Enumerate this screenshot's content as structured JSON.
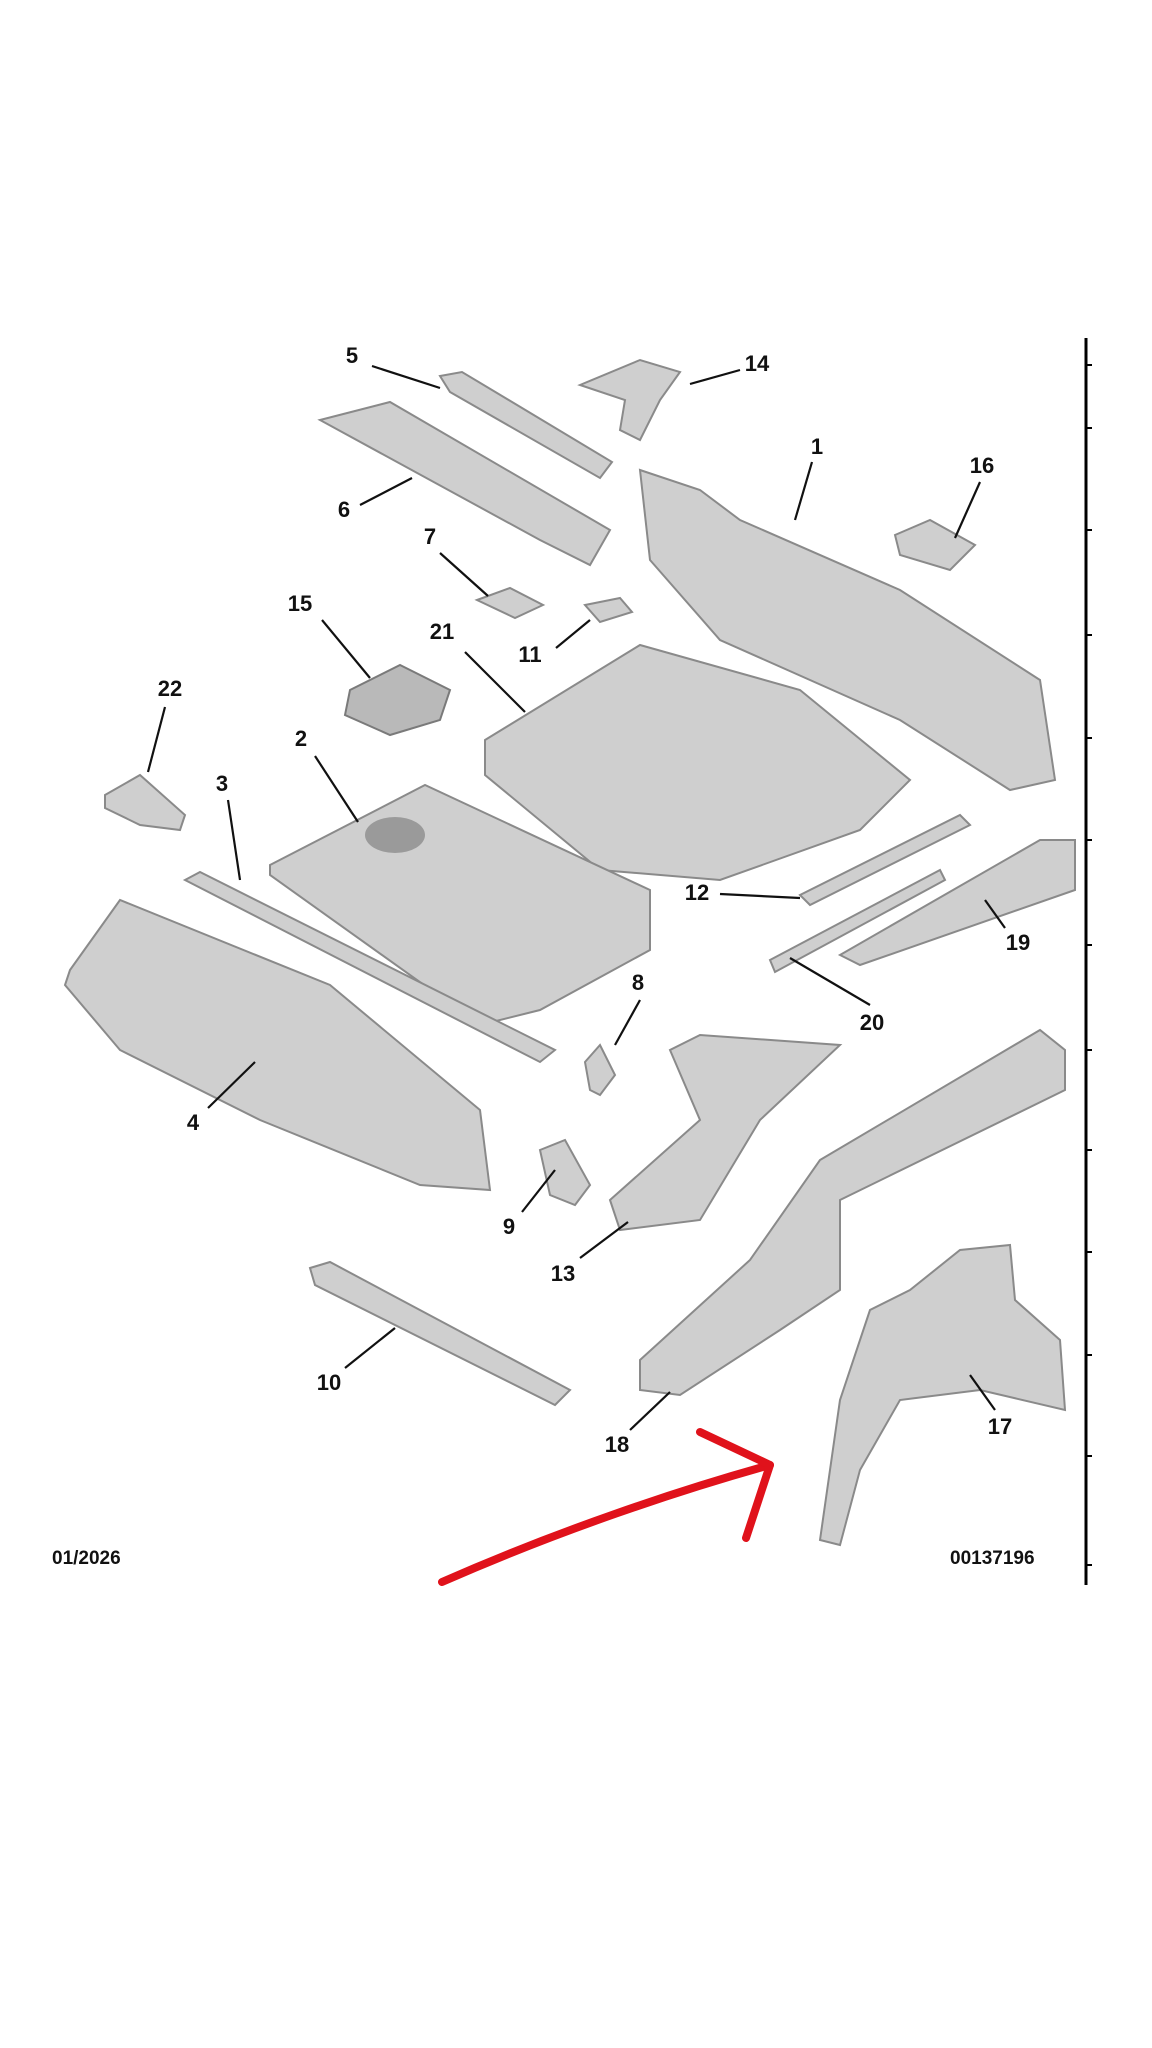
{
  "diagram": {
    "callouts": [
      "1",
      "2",
      "3",
      "4",
      "5",
      "6",
      "7",
      "8",
      "9",
      "10",
      "11",
      "12",
      "13",
      "14",
      "15",
      "16",
      "17",
      "18",
      "19",
      "20",
      "21",
      "22"
    ],
    "date_code": "01/2026",
    "diagram_number": "00137196",
    "annotation_color": "#e0121b"
  }
}
